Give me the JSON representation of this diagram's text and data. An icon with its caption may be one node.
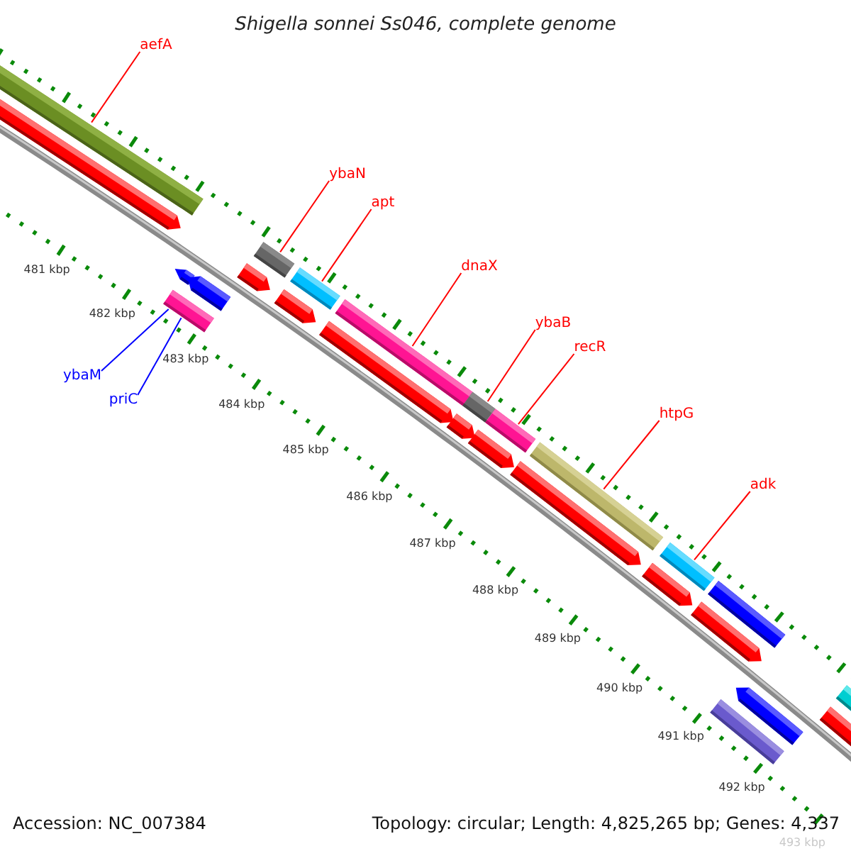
{
  "diagram": {
    "title": "Shigella sonnei Ss046, complete genome",
    "nodes": [
      {
        "text": [
          "aefA"
        ]
      },
      {
        "text": [
          "ybaN"
        ]
      },
      {
        "text": [
          "apt"
        ]
      },
      {
        "text": [
          "dnaX"
        ]
      },
      {
        "text": [
          "ybaB"
        ]
      },
      {
        "text": [
          "recR"
        ]
      },
      {
        "text": [
          "htpG"
        ]
      },
      {
        "text": [
          "adk"
        ]
      },
      {
        "text": [
          "ybaM"
        ]
      },
      {
        "text": [
          "priC"
        ]
      },
      {
        "text": [],
        "shape": "bar"
      },
      {
        "text": [],
        "shape": "arrow"
      },
      {
        "text": [],
        "shape": "bar"
      },
      {
        "text": [],
        "shape": "arrow"
      },
      {
        "text": [],
        "shape": "arrow"
      },
      {
        "text": [],
        "shape": "arrow"
      },
      {
        "text": [],
        "shape": "bar"
      },
      {
        "text": [],
        "shape": "arrow"
      },
      {
        "text": [],
        "shape": "bar"
      },
      {
        "text": [],
        "shape": "arrow"
      },
      {
        "text": [],
        "shape": "bar"
      },
      {
        "text": [],
        "shape": "arrow"
      },
      {
        "text": [],
        "shape": "bar"
      },
      {
        "text": [],
        "shape": "arrow"
      },
      {
        "text": [],
        "shape": "bar"
      },
      {
        "text": [],
        "shape": "arrow"
      },
      {
        "text": [],
        "shape": "bar"
      },
      {
        "text": [],
        "shape": "arrow"
      },
      {
        "text": [],
        "shape": "bar"
      },
      {
        "text": [],
        "shape": "arrow"
      },
      {
        "text": [],
        "shape": "bar"
      },
      {
        "text": [],
        "shape": "bar"
      },
      {
        "text": [],
        "shape": "arrow"
      },
      {
        "text": [],
        "shape": "arrow"
      },
      {
        "text": [],
        "shape": "bar"
      }
    ],
    "edges": [
      {
        "from": 0,
        "to": 10,
        "arrow": "none"
      },
      {
        "from": 1,
        "to": 16,
        "arrow": "none"
      },
      {
        "from": 2,
        "to": 18,
        "arrow": "none"
      },
      {
        "from": 3,
        "to": 20,
        "arrow": "none"
      },
      {
        "from": 4,
        "to": 22,
        "arrow": "none"
      },
      {
        "from": 5,
        "to": 24,
        "arrow": "none"
      },
      {
        "from": 6,
        "to": 26,
        "arrow": "none"
      },
      {
        "from": 7,
        "to": 28,
        "arrow": "none"
      },
      {
        "from": 8,
        "to": 12,
        "arrow": "none",
        "color": "#0000ff"
      },
      {
        "from": 9,
        "to": 12,
        "arrow": "none",
        "color": "#0000ff"
      }
    ],
    "labels": [
      "481 kbp",
      "482 kbp",
      "483 kbp",
      "484 kbp",
      "485 kbp",
      "486 kbp",
      "487 kbp",
      "488 kbp",
      "489 kbp",
      "490 kbp",
      "491 kbp",
      "492 kbp",
      "493 kbp",
      "Accession: NC_007384",
      "Topology: circular; Length: 4,825,265 bp; Genes: 4,337"
    ]
  }
}
